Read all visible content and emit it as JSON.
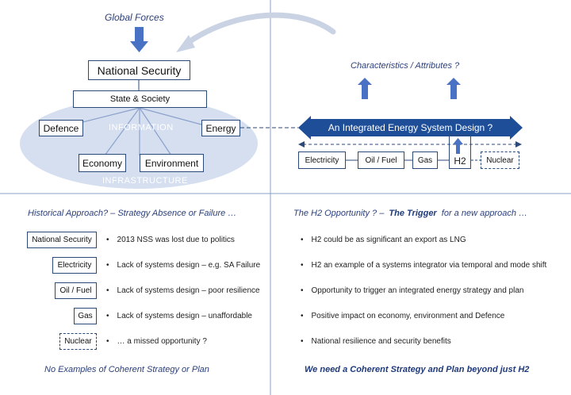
{
  "top_left": {
    "global_forces": "Global Forces",
    "national_security": "National Security",
    "state_society": "State & Society",
    "defence": "Defence",
    "energy": "Energy",
    "economy": "Economy",
    "environment": "Environment",
    "information": "INFORMATION",
    "infrastructure": "INFRASTRUCTURE"
  },
  "top_right": {
    "characteristics": "Characteristics / Attributes ?",
    "banner": "An Integrated Energy System Design ?",
    "items": [
      "Electricity",
      "Oil / Fuel",
      "Gas",
      "H2",
      "Nuclear"
    ]
  },
  "bottom_left": {
    "heading": "Historical Approach? – Strategy Absence or Failure …",
    "rows": [
      {
        "label": "National Security",
        "text": "2013 NSS was lost due to politics"
      },
      {
        "label": "Electricity",
        "text": "Lack of systems design – e.g. SA Failure"
      },
      {
        "label": "Oil / Fuel",
        "text": "Lack of systems design – poor resilience"
      },
      {
        "label": "Gas",
        "text": "Lack of systems design – unaffordable"
      },
      {
        "label": "Nuclear",
        "text": "… a missed opportunity ?"
      }
    ],
    "footer": "No Examples of Coherent Strategy or Plan"
  },
  "bottom_right": {
    "heading_prefix": "The H2 Opportunity ? –",
    "heading_trigger": "The Trigger",
    "heading_suffix": "for a new approach …",
    "bullets": [
      "H2 could be as significant an export as LNG",
      "H2 an example of a systems integrator via temporal and mode shift",
      "Opportunity to trigger an integrated energy strategy and plan",
      "Positive impact on economy, environment and Defence",
      "National resilience and security benefits"
    ],
    "footer": "We need a Coherent Strategy and Plan beyond just H2"
  },
  "colors": {
    "navy": "#1f4e99",
    "ellipse": "#d5dff0",
    "line": "#2b4a7a",
    "arrow": "#4a72c4"
  }
}
